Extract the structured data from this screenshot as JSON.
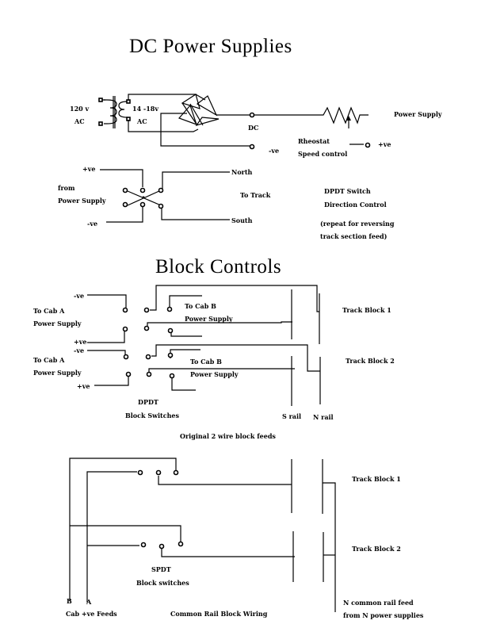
{
  "section1": {
    "title": "DC Power Supplies",
    "transformer": {
      "primary": [
        "120 v",
        "AC"
      ],
      "secondary": [
        "14 -18v",
        "AC"
      ]
    },
    "labels": {
      "dc": "DC",
      "neg": "-ve",
      "pos": "+ve",
      "power_supply": "Power Supply",
      "rheostat": "Rheostat",
      "speed_control": "Speed control"
    },
    "dpdt": {
      "pos": "+ve",
      "neg": "-ve",
      "from": "from",
      "from_ps": "Power Supply",
      "north": "North",
      "south": "South",
      "to_track": "To Track",
      "note1": "DPDT Switch",
      "note2": "Direction Control",
      "note3": "(repeat for reversing",
      "note4": "track section feed)"
    }
  },
  "section2": {
    "title": "Block Controls",
    "blocks": [
      {
        "neg": "-ve",
        "pos": "+ve",
        "cab_a1": "To Cab A",
        "cab_a2": "Power Supply",
        "cab_b1": "To Cab B",
        "cab_b2": "Power Supply",
        "track": "Track Block 1"
      },
      {
        "neg": "-ve",
        "pos": "+ve",
        "cab_a1": "To Cab A",
        "cab_a2": "Power Supply",
        "cab_b1": "To Cab B",
        "cab_b2": "Power Supply",
        "track": "Track Block 2"
      }
    ],
    "switch_label1": "DPDT",
    "switch_label2": "Block Switches",
    "s_rail": "S rail",
    "n_rail": "N rail",
    "caption": "Original 2 wire block feeds"
  },
  "section3": {
    "track1": "Track Block 1",
    "track2": "Track Block 2",
    "switch_label1": "SPDT",
    "switch_label2": "Block switches",
    "feed_b": "B",
    "feed_a": "A",
    "cab_feeds": "Cab +ve Feeds",
    "caption": "Common Rail Block Wiring",
    "n_feed1": "N common rail feed",
    "n_feed2": "from N power supplies"
  }
}
